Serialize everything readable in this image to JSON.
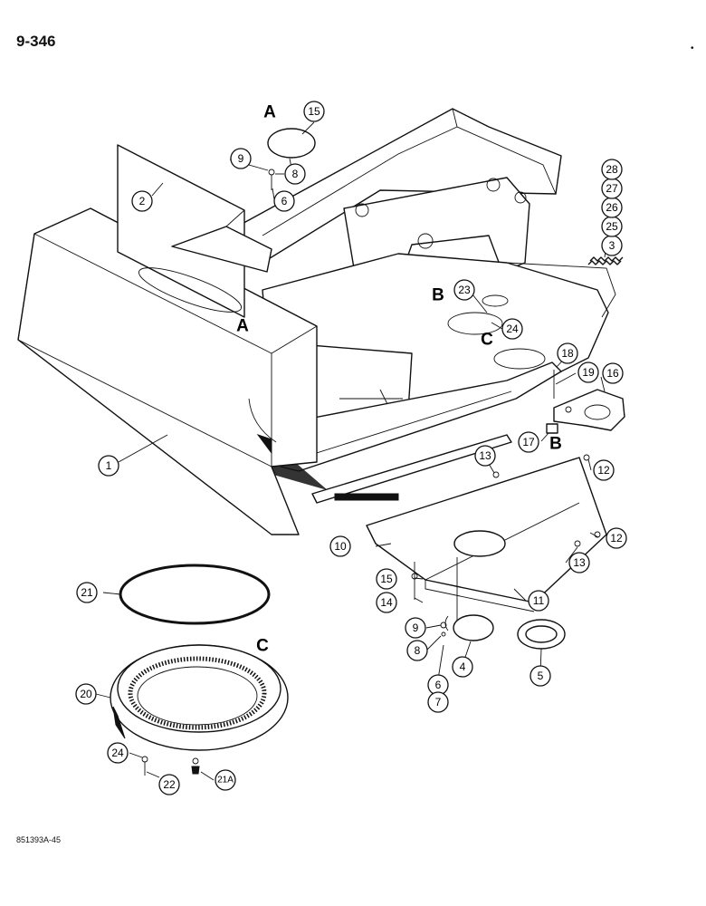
{
  "header": {
    "page_number": "9-346",
    "corner_mark": "•"
  },
  "footer": {
    "drawing_code": "851393A-45"
  },
  "reference_letters": [
    "A",
    "A",
    "B",
    "B",
    "C",
    "C"
  ],
  "callouts": [
    "1",
    "2",
    "3",
    "4",
    "5",
    "6",
    "6",
    "7",
    "8",
    "8",
    "9",
    "9",
    "10",
    "11",
    "12",
    "12",
    "13",
    "13",
    "14",
    "15",
    "15",
    "16",
    "17",
    "18",
    "19",
    "20",
    "21",
    "21A",
    "22",
    "23",
    "24",
    "24",
    "25",
    "26",
    "27",
    "28"
  ]
}
